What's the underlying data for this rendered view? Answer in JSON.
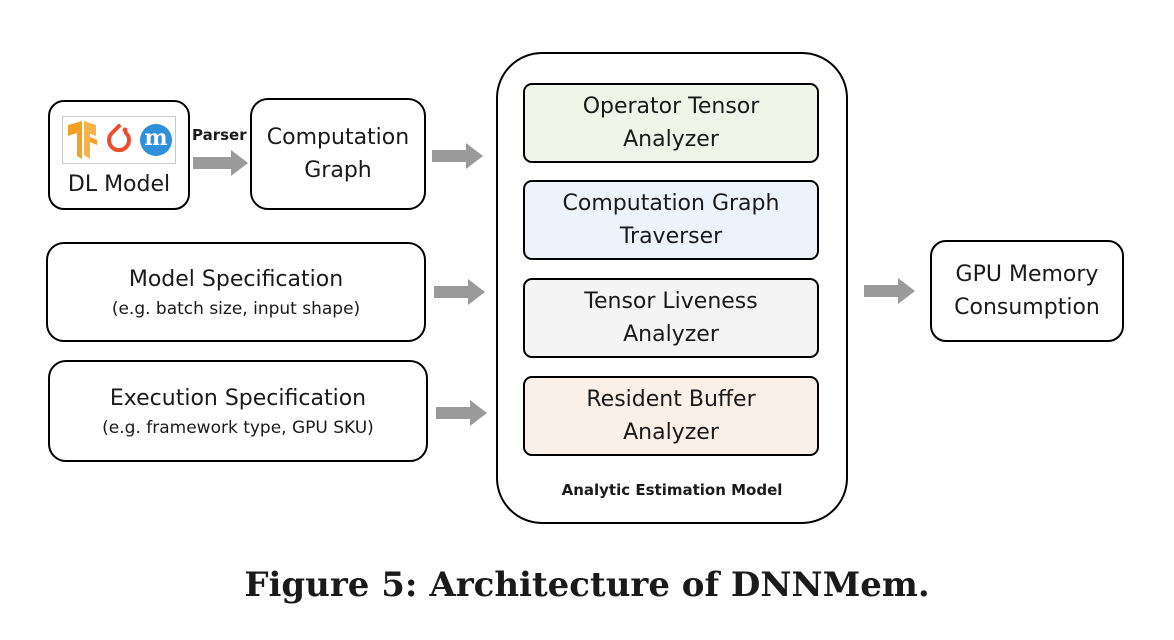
{
  "dl_model": {
    "label": "DL Model",
    "icon_names": [
      "tensorflow-logo",
      "pytorch-logo",
      "mxnet-logo"
    ],
    "mxnet_glyph": "m"
  },
  "parser_label": "Parser",
  "computation_graph": {
    "line1": "Computation",
    "line2": "Graph"
  },
  "model_spec": {
    "title": "Model Specification",
    "detail": "(e.g. batch size, input shape)"
  },
  "execution_spec": {
    "title": "Execution Specification",
    "detail": "(e.g. framework type, GPU SKU)"
  },
  "estimation_model": {
    "label": "Analytic Estimation Model",
    "components": [
      {
        "line1": "Operator Tensor",
        "line2": "Analyzer",
        "fill": "#eef5e8",
        "border": "#000000"
      },
      {
        "line1": "Computation Graph",
        "line2": "Traverser",
        "fill": "#edf3fb",
        "border": "#000000"
      },
      {
        "line1": "Tensor Liveness",
        "line2": "Analyzer",
        "fill": "#f4f4f4",
        "border": "#000000"
      },
      {
        "line1": "Resident Buffer",
        "line2": "Analyzer",
        "fill": "#fbf0e8",
        "border": "#000000"
      }
    ]
  },
  "output": {
    "line1": "GPU Memory",
    "line2": "Consumption"
  },
  "caption": "Figure 5: Architecture of DNNMem.",
  "colors": {
    "arrow": "#9a9a9a",
    "tensorflow": "#f4a024",
    "pytorch": "#ee4c2c",
    "mxnet": "#2f8fd9"
  }
}
